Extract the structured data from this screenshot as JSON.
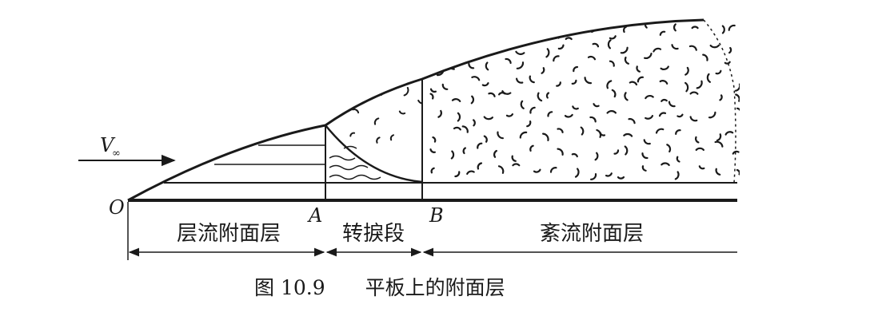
{
  "diagram": {
    "velocity_label": "V",
    "velocity_subscript": "∞",
    "points": {
      "origin": "O",
      "a": "A",
      "b": "B"
    },
    "regions": {
      "laminar": "层流附面层",
      "transition": "转捩段",
      "turbulent": "紊流附面层"
    },
    "caption": "图 10.9　　平板上的附面层"
  },
  "colors": {
    "ink": "#1a1a1a",
    "background": "#ffffff"
  }
}
